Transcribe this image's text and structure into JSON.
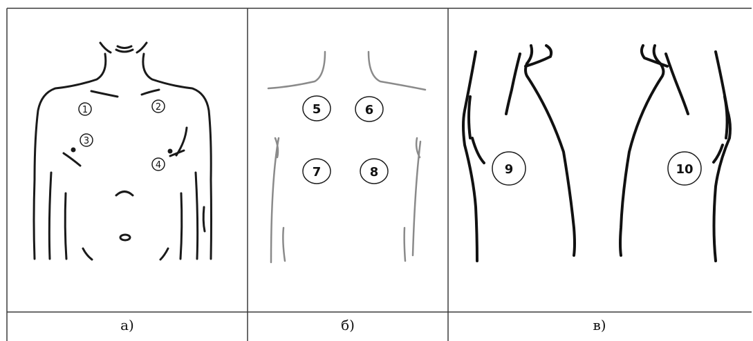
{
  "panels": [
    {
      "caption": "а)",
      "markers": [
        "1",
        "2",
        "3",
        "4"
      ]
    },
    {
      "caption": "б)",
      "markers": [
        "5",
        "6",
        "7",
        "8"
      ]
    },
    {
      "caption": "в)",
      "markers": [
        "9",
        "10"
      ]
    }
  ],
  "colors": {
    "line": "#1a1a1a",
    "back_line": "#8a8a8a",
    "grid": "#3a3a3a"
  }
}
